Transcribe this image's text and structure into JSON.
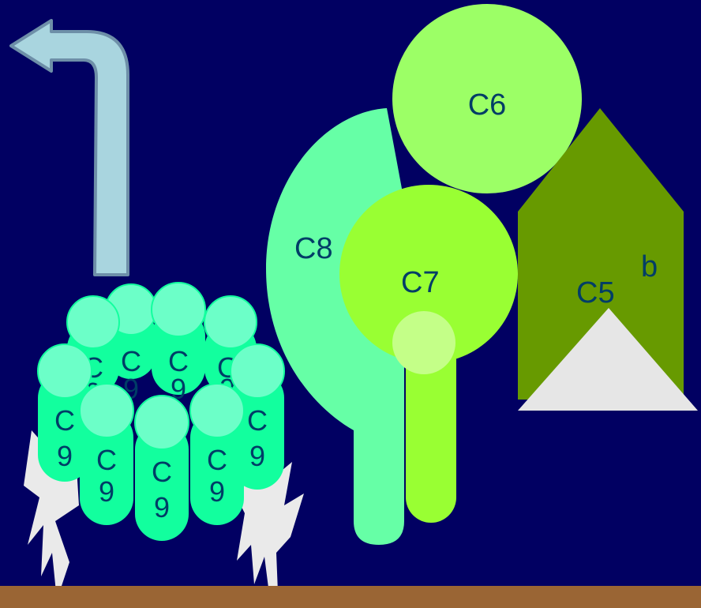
{
  "colors": {
    "background": "#010062",
    "membrane": "#9a6534",
    "arrow_fill": "#a9d5df",
    "arrow_stroke": "#6e8fa8",
    "c6": "#9cff66",
    "c8": "#66ffa6",
    "c7": "#99ff33",
    "c7_patch": "#c4ff88",
    "c5b": "#679a00",
    "c5b_triangle": "#e6e6e6",
    "c9_cap": "#6cffc8",
    "c9_body": "#12ff9e",
    "spike": "#eaeaea",
    "label": "#003d66"
  },
  "labels": {
    "c6": "C6",
    "c8": "C8",
    "c7": "C7",
    "c5": "C5",
    "c5_suffix": "b",
    "c9_letter": "C",
    "c9_number": "9"
  }
}
